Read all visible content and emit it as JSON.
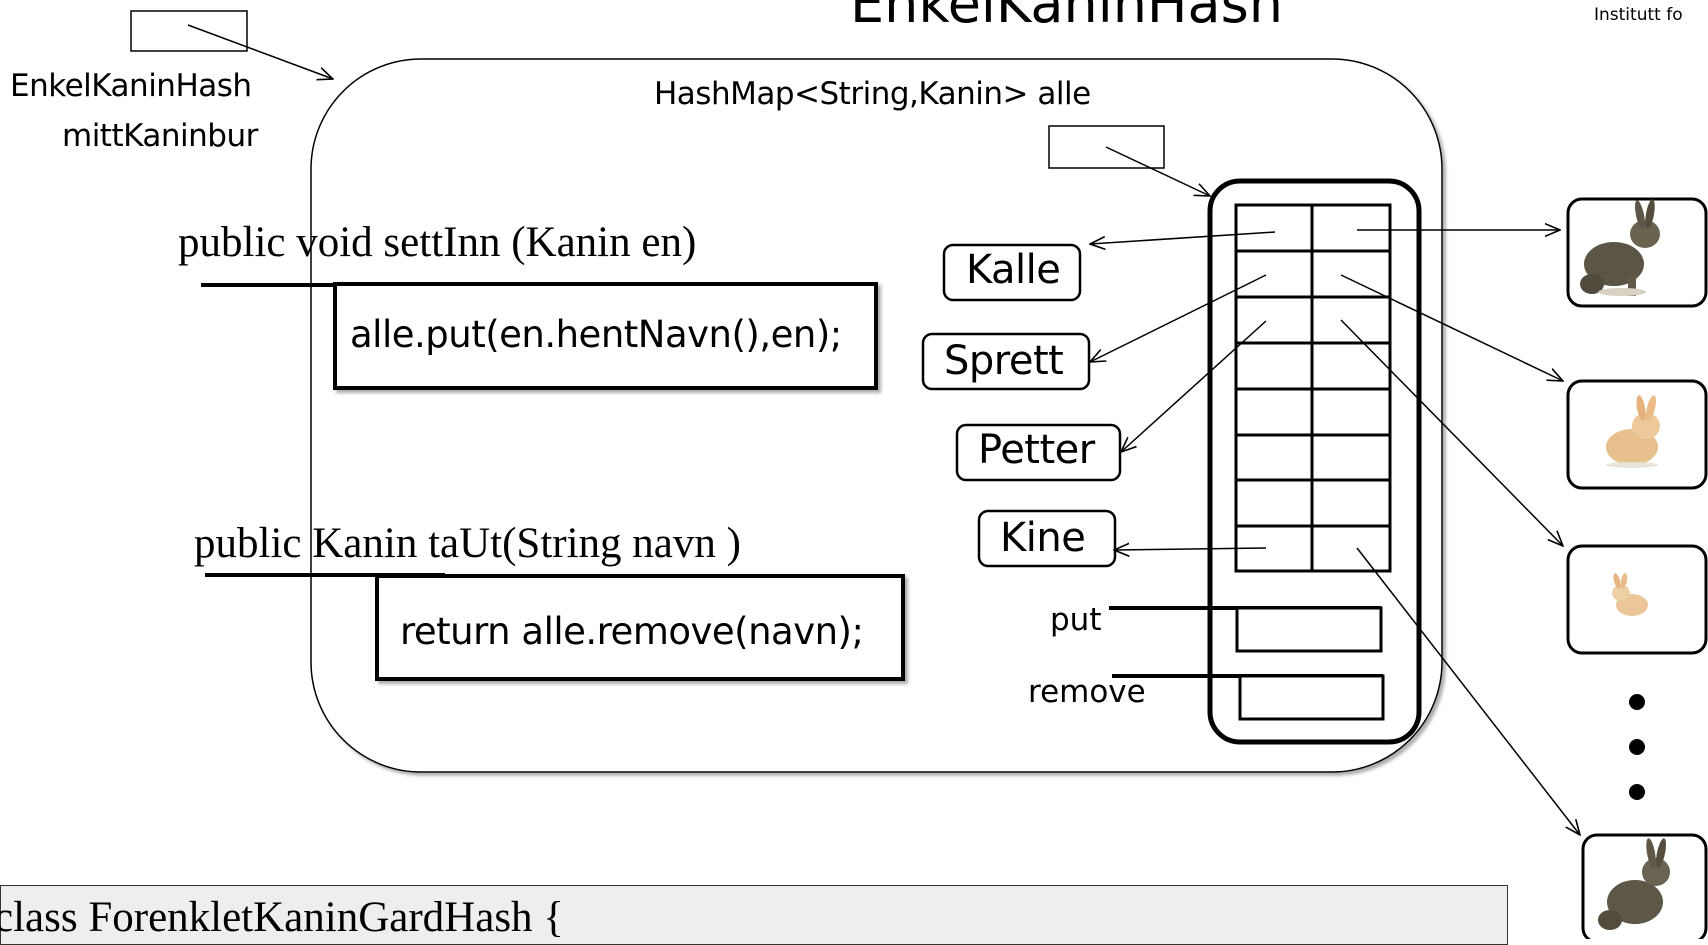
{
  "diagram": {
    "title": "EnkelKaninHash",
    "institute_label": "Institutt fo",
    "reference_variable": {
      "type_label": "EnkelKaninHash",
      "name_label": "mittKaninbur"
    },
    "hashmap_label": "HashMap<String,Kanin> alle",
    "methods": [
      {
        "signature": "public void settInn (Kanin en)",
        "body": "alle.put(en.hentNavn(),en);"
      },
      {
        "signature": "public Kanin taUt(String navn )",
        "body": "return alle.remove(navn);"
      }
    ],
    "keys": [
      "Kalle",
      "Sprett",
      "Petter",
      "Kine"
    ],
    "operations": [
      "put",
      "remove"
    ],
    "rabbit_icons": [
      "rabbit-image-grey",
      "rabbit-image-tan",
      "rabbit-image-tan-small",
      "rabbit-image-grey"
    ],
    "class_declaration": "class ForenkletKaninGardHash {"
  }
}
